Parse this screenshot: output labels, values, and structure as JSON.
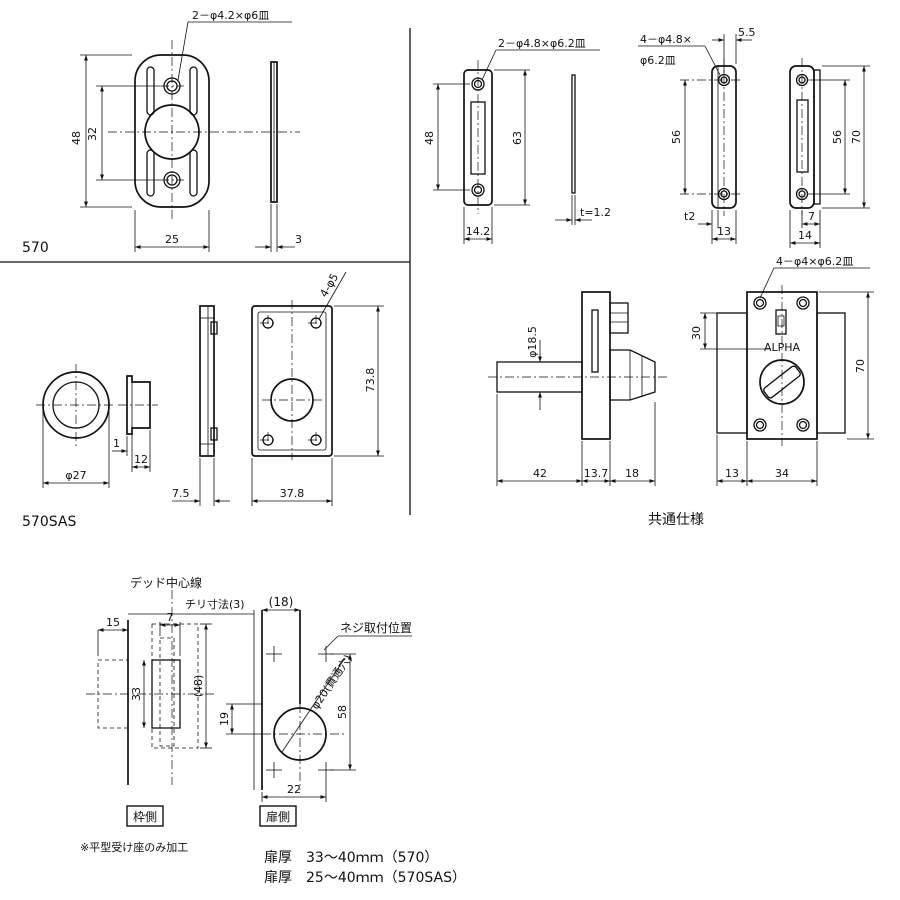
{
  "views": {
    "v570": {
      "name": "570",
      "note_holes": "2－φ4.2×φ6皿",
      "dim_height": "48",
      "dim_pitch": "32",
      "dim_width": "25",
      "dim_thickness": "3"
    },
    "vsas": {
      "name": "570SAS",
      "dim_dia": "φ27",
      "dim_flange": "1",
      "dim_depth": "12",
      "note_holes": "4-φ5",
      "dim_side": "7.5",
      "dim_width": "37.8",
      "dim_height": "73.8"
    },
    "common": {
      "name": "共通仕様",
      "strike_note": "2－φ4.8×φ6.2皿",
      "strike_h": "48",
      "strike_h2": "63",
      "strike_w": "14.2",
      "strike_t": "t=1.2",
      "face_note_a": "4－φ4.8×",
      "face_note_b": "φ6.2皿",
      "face_edge": "5.5",
      "face_pitch": "56",
      "face_t": "t2",
      "face_w": "13",
      "face2_pitch": "56",
      "face2_h": "70",
      "face2_off": "7",
      "face2_w": "14",
      "case_note": "4－φ4×φ6.2皿",
      "case_h1": "30",
      "case_h": "70",
      "case_off": "13",
      "case_w": "34",
      "brand": "ALPHA",
      "side_dia": "φ18.5",
      "side_a": "42",
      "side_b": "13.7",
      "side_c": "18"
    },
    "install": {
      "label_centerline": "デッド中心線",
      "label_chiri": "チリ寸法(3)",
      "dim_18": "(18)",
      "dim_15": "15",
      "dim_7": "7",
      "dim_33": "33",
      "dim_48": "(48)",
      "label_screw": "ネジ取付位置",
      "dim_hole": "φ20(貫通穴)",
      "dim_19": "19",
      "dim_58": "58",
      "dim_22": "22",
      "label_frame": "枠側",
      "label_door": "扉側",
      "note_frame": "※平型受け座のみ加工",
      "spec1": "扉厚　33〜40ｍｍ（570）",
      "spec2": "扉厚　25〜40ｍｍ（570SAS）"
    }
  }
}
